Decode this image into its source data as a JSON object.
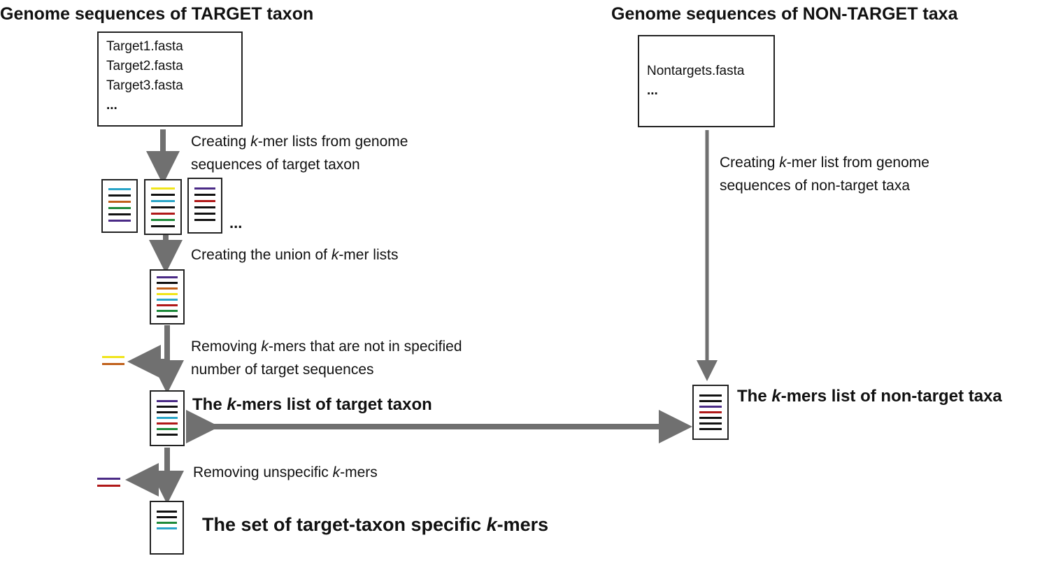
{
  "headings": {
    "target": "Genome sequences of TARGET taxon",
    "nontarget": "Genome sequences of NON-TARGET taxa"
  },
  "target_files": [
    "Target1.fasta",
    "Target2.fasta",
    "Target3.fasta",
    "..."
  ],
  "nontarget_files": [
    "Nontargets.fasta",
    "..."
  ],
  "steps": {
    "create_target": {
      "line1_pre": "Creating ",
      "k": "k",
      "line1_post": "-mer lists from genome",
      "line2": "sequences of target taxon"
    },
    "create_nontarget": {
      "line1_pre": "Creating ",
      "k": "k",
      "line1_post": "-mer list from genome",
      "line2": "sequences of non-target taxa"
    },
    "union": {
      "pre": "Creating the union of ",
      "k": "k",
      "post": "-mer lists"
    },
    "remove_not_in": {
      "line1_pre": "Removing ",
      "k": "k",
      "line1_post": "-mers that are not in specified",
      "line2": "number of target sequences"
    },
    "remove_unspecific": {
      "pre": "Removing unspecific ",
      "k": "k",
      "post": "-mers"
    }
  },
  "labels": {
    "target_list": {
      "pre": "The ",
      "k": "k",
      "post": "-mers list of target taxon"
    },
    "nontarget_list": {
      "pre": "The ",
      "k": "k",
      "post": "-mers list of non-target taxa"
    },
    "final_set": {
      "pre": "The set of target-taxon specific ",
      "k": "k",
      "post": "-mers"
    }
  },
  "more_lists": "...",
  "colors": {
    "arrow": "#707070",
    "black": "#111111",
    "cyan": "#2aa5c8",
    "orange": "#c0601a",
    "green": "#1e8a3a",
    "purple": "#4a2a86",
    "yellow": "#f0e51a",
    "red": "#b01818"
  }
}
